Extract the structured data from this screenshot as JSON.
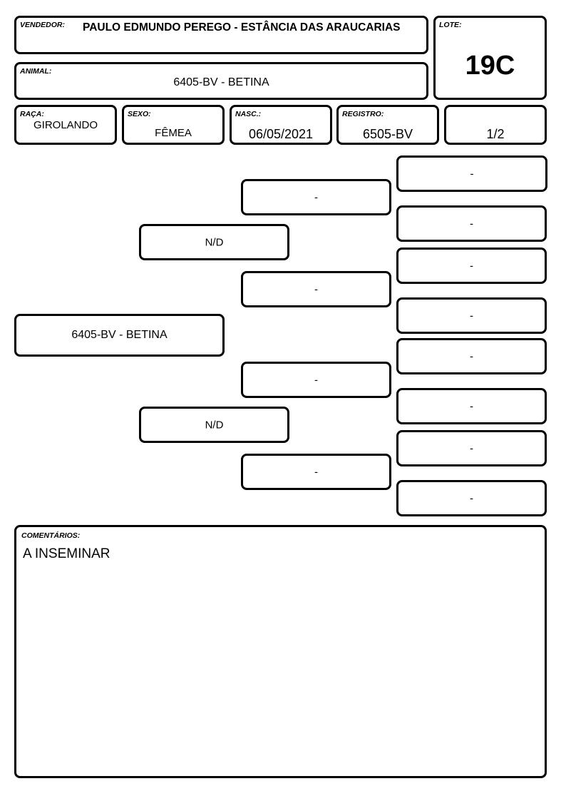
{
  "header": {
    "vendedor_label": "VENDEDOR:",
    "vendedor_value": "PAULO EDMUNDO PEREGO - ESTÂNCIA  DAS ARAUCARIAS",
    "lote_label": "LOTE:",
    "lote_value": "19C",
    "animal_label": "ANIMAL:",
    "animal_value": "6405-BV - BETINA"
  },
  "info": {
    "raca_label": "RAÇA:",
    "raca_value": "GIROLANDO",
    "sexo_label": "SEXO:",
    "sexo_value": "FÊMEA",
    "nasc_label": "NASC.:",
    "nasc_value": "06/05/2021",
    "registro_label": "REGISTRO:",
    "registro_value": "6505-BV",
    "fraction_value": "1/2"
  },
  "pedigree": {
    "animal": "6405-BV - BETINA",
    "sire": "N/D",
    "dam": "N/D",
    "sire_sire": "-",
    "sire_dam": "-",
    "dam_sire": "-",
    "dam_dam": "-",
    "gen3": [
      "-",
      "-",
      "-",
      "-",
      "-",
      "-",
      "-",
      "-"
    ]
  },
  "comments": {
    "label": "COMENTÁRIOS:",
    "value": "A INSEMINAR"
  }
}
